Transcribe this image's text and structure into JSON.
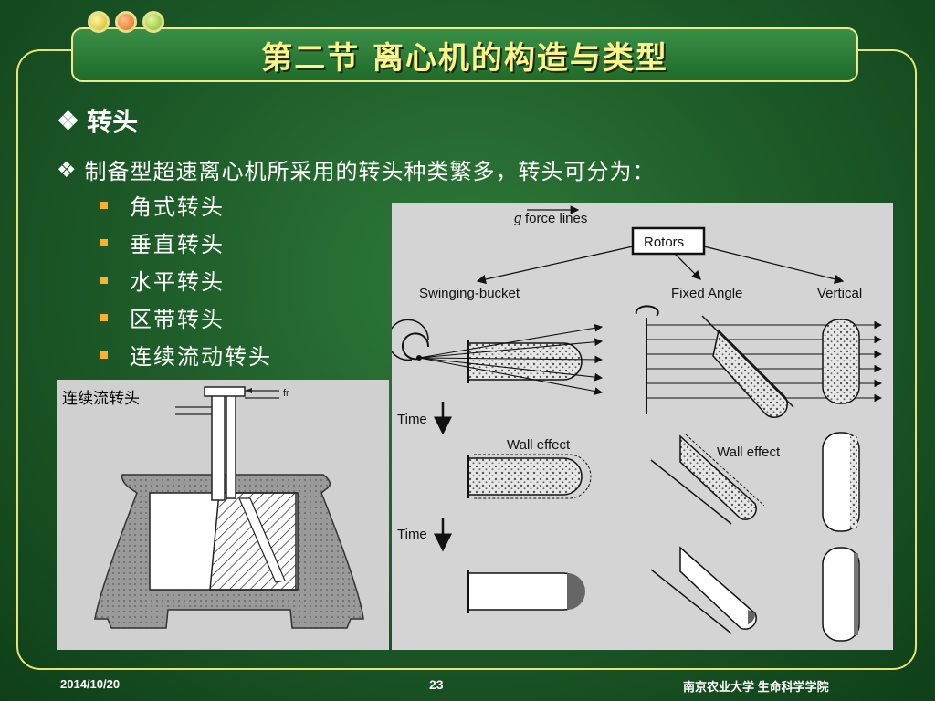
{
  "slide": {
    "title": "第二节 离心机的构造与类型",
    "bullet1": "转头",
    "bullet2": "制备型超速离心机所采用的转头种类繁多，转头可分为：",
    "sub_items": [
      "角式转头",
      "垂直转头",
      "水平转头",
      "区带转头",
      "连续流动转头"
    ]
  },
  "figure_left": {
    "label": "连续流转头",
    "tag": "fr"
  },
  "figure_right": {
    "g_label": "g",
    "force_lines": "force lines",
    "rotors": "Rotors",
    "swinging": "Swinging-bucket",
    "fixed": "Fixed Angle",
    "vertical": "Vertical",
    "time1": "Time",
    "time2": "Time",
    "wall1": "Wall effect",
    "wall2": "Wall effect"
  },
  "footer": {
    "date": "2014/10/20",
    "page": "23",
    "org": "南京农业大学 生命科学学院"
  },
  "colors": {
    "title_text": "#fbf38b",
    "frame": "#e8e27a",
    "bullet_square": "#ffb030"
  }
}
